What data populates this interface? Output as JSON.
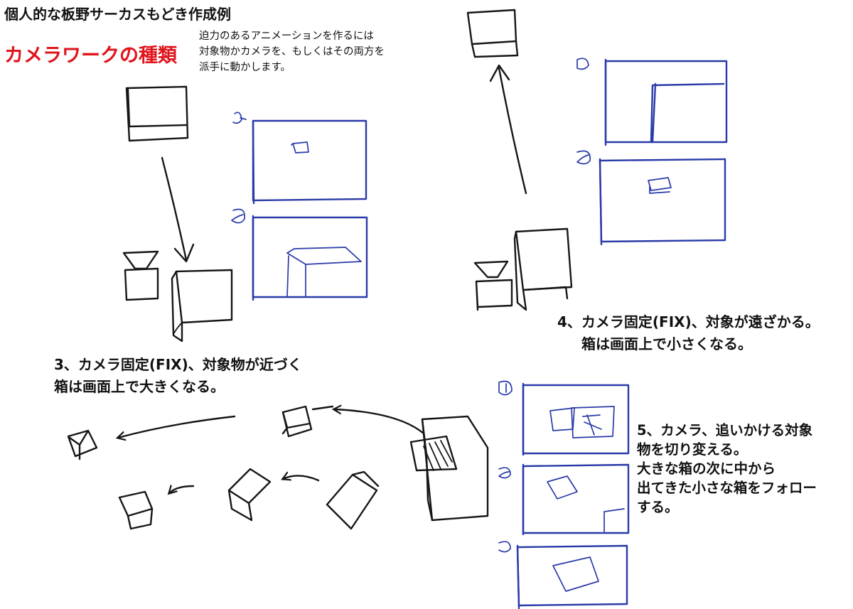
{
  "header": "個人的な板野サーカスもどき作成例",
  "title": "カメラワークの種類",
  "intro": [
    "迫力のあるアニメーションを作るには",
    "対象物かカメラを、もしくはその両方を",
    "派手に動かします。"
  ],
  "section3": [
    "3、カメラ固定(FIX)、対象物が近づく",
    "箱は画面上で大きくなる。"
  ],
  "section4": [
    "4、カメラ固定(FIX)、対象が遠ざかる。",
    "箱は画面上で小さくなる。"
  ],
  "section5": [
    "5、カメラ、追いかける対象",
    "物を切り変える。",
    "大きな箱の次に中から",
    "出てきた小さな箱をフォロー",
    "する。"
  ],
  "colors": {
    "title": "#e0141c",
    "frame_ink": "#2a3aa8",
    "sketch_ink": "#161616"
  }
}
